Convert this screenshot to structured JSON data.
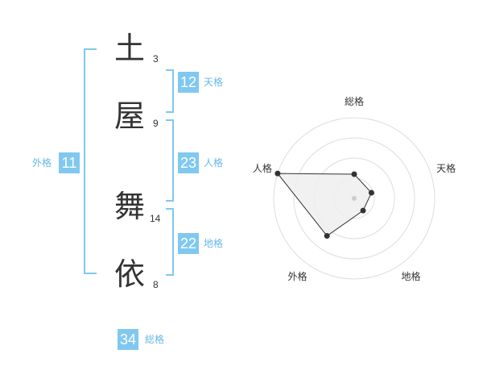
{
  "name": {
    "chars": [
      {
        "char": "土",
        "strokes": "3"
      },
      {
        "char": "屋",
        "strokes": "9"
      },
      {
        "char": "舞",
        "strokes": "14"
      },
      {
        "char": "依",
        "strokes": "8"
      }
    ]
  },
  "kaku": {
    "tenkaku": {
      "value": "12",
      "label": "天格"
    },
    "jinkaku": {
      "value": "23",
      "label": "人格"
    },
    "chikaku": {
      "value": "22",
      "label": "地格"
    },
    "gaikaku": {
      "value": "11",
      "label": "外格"
    },
    "soukaku": {
      "value": "34",
      "label": "総格"
    }
  },
  "colors": {
    "accent": "#80c8f0",
    "accent_text": "#66b8e6",
    "text": "#333333"
  },
  "chart_data": {
    "type": "radar",
    "axes": [
      "総格",
      "天格",
      "地格",
      "外格",
      "人格"
    ],
    "levels": 4,
    "max": 4,
    "values": [
      1.2,
      0.9,
      0.75,
      2.3,
      4.0
    ],
    "fill": "#eeeeee",
    "line": "#333333"
  }
}
